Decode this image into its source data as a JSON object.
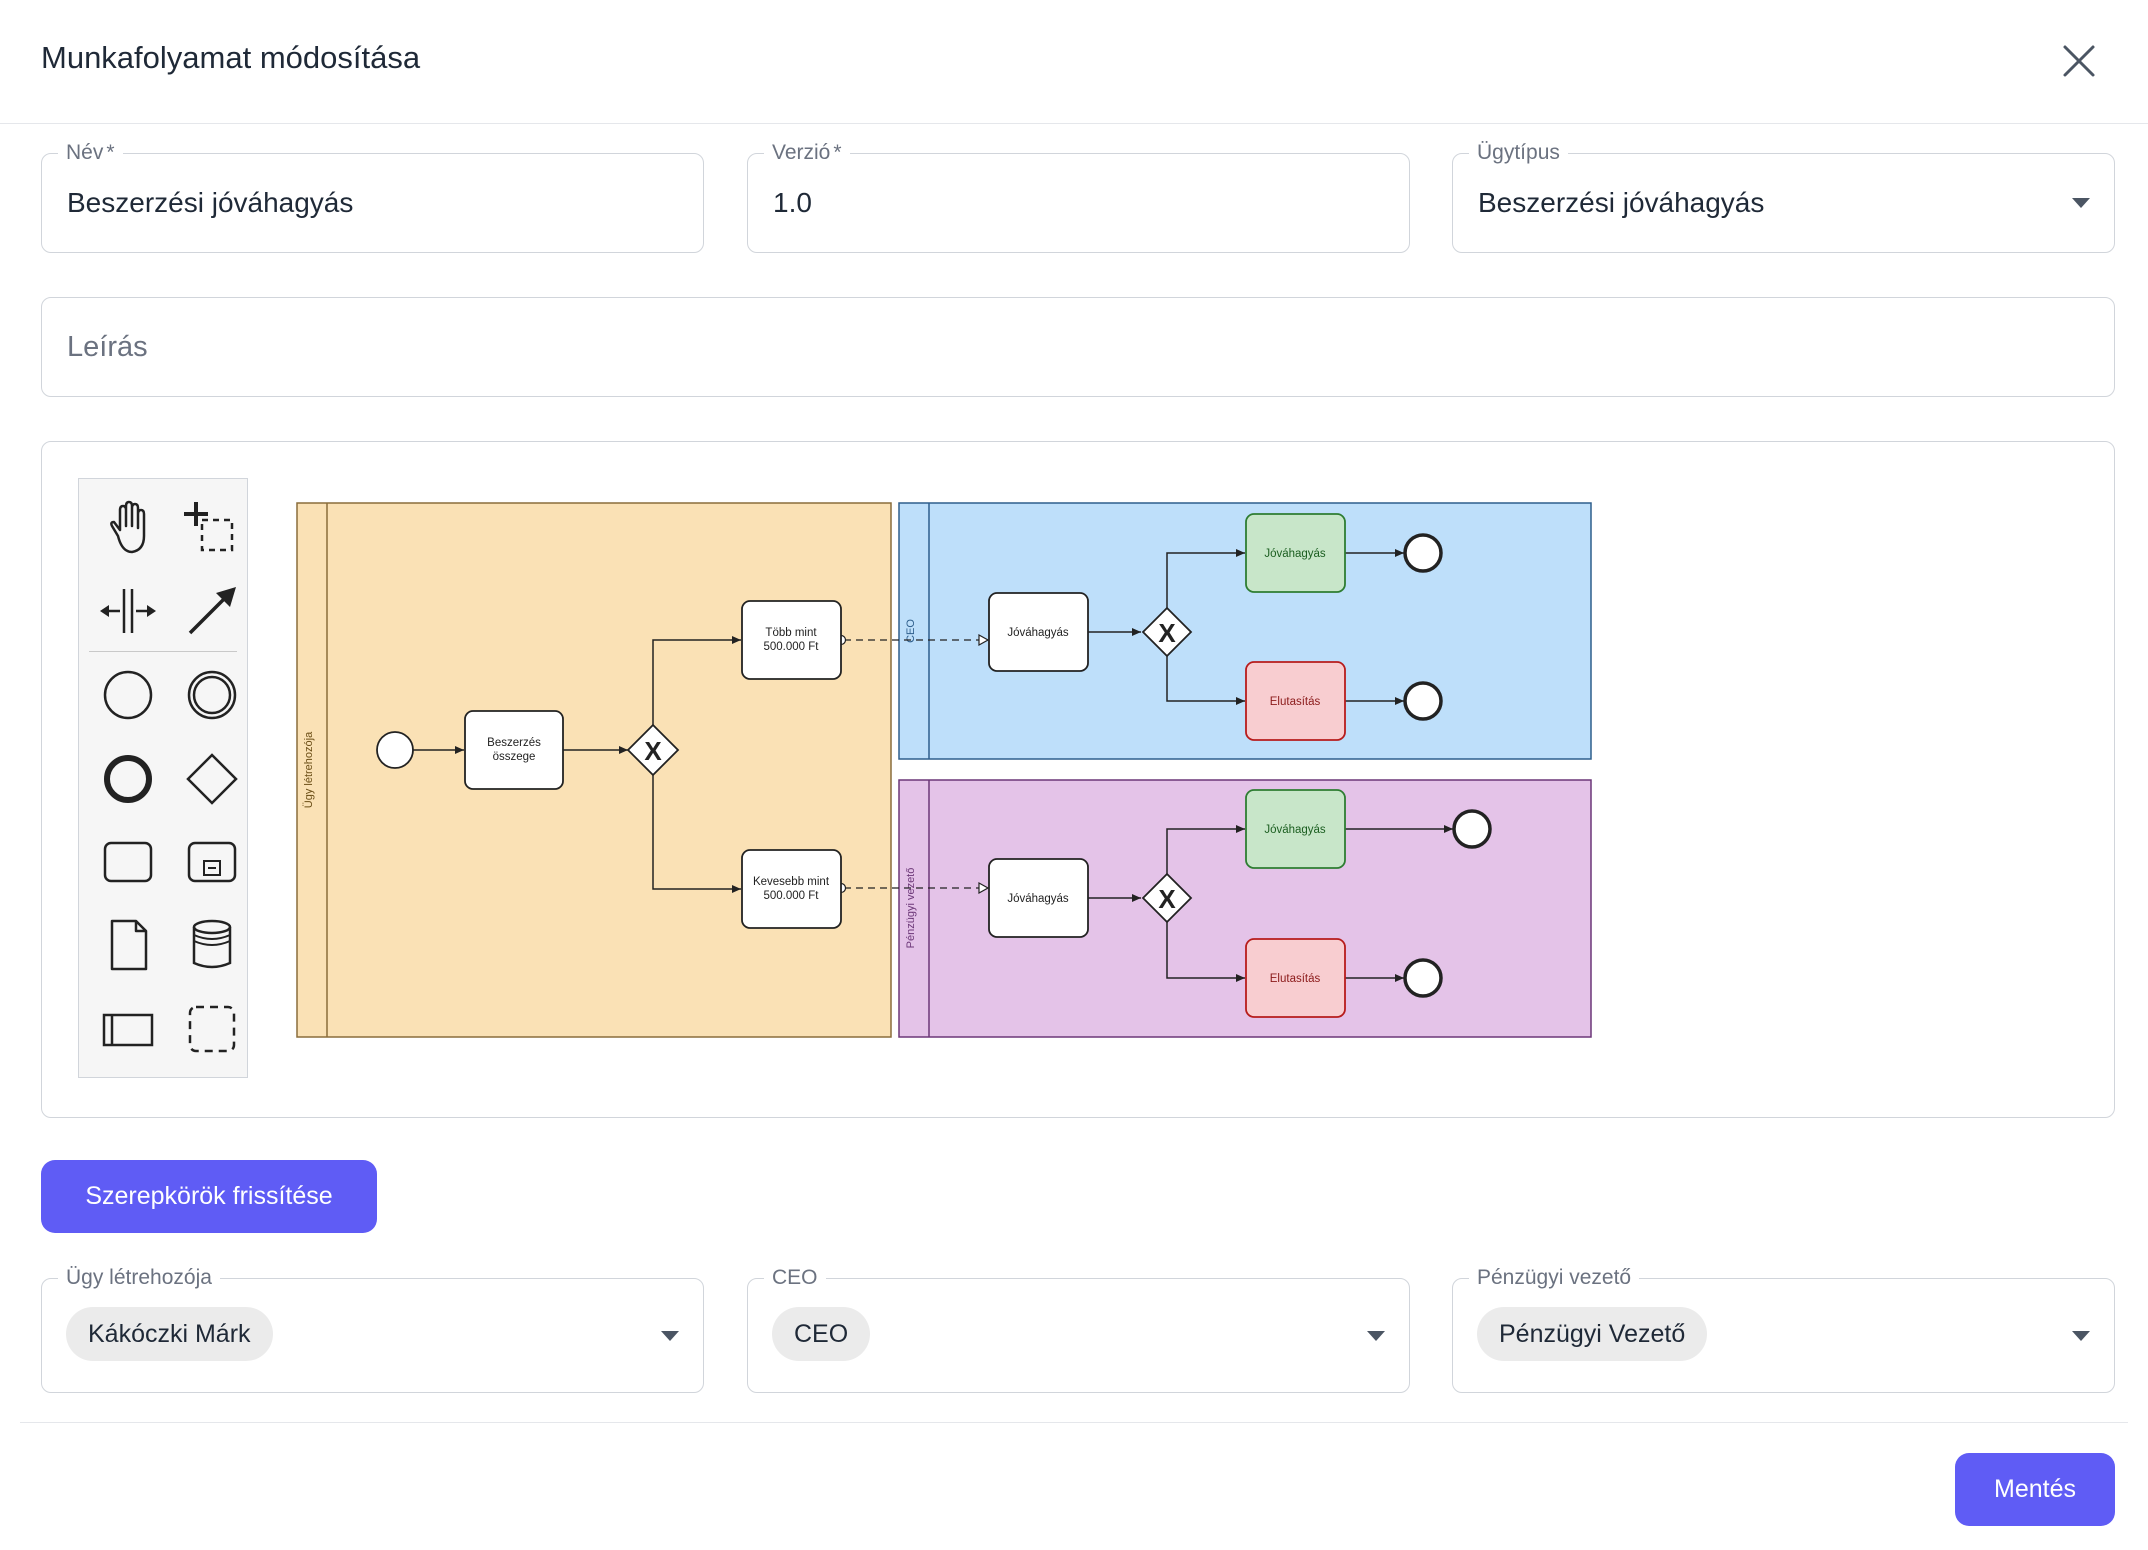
{
  "dialog": {
    "title": "Munkafolyamat módosítása"
  },
  "form": {
    "name": {
      "label": "Név",
      "required_mark": "*",
      "value": "Beszerzési jóváhagyás"
    },
    "version": {
      "label": "Verzió",
      "required_mark": "*",
      "value": "1.0"
    },
    "case_type": {
      "label": "Ügytípus",
      "value": "Beszerzési jóváhagyás"
    },
    "description": {
      "placeholder": "Leírás"
    }
  },
  "palette": {
    "tools": [
      "hand-tool-icon",
      "lasso-tool-icon",
      "space-tool-icon",
      "connect-tool-icon",
      "start-event-icon",
      "intermediate-event-icon",
      "end-event-icon",
      "gateway-icon",
      "task-icon",
      "subprocess-icon",
      "data-object-icon",
      "data-store-icon",
      "pool-icon",
      "group-icon"
    ]
  },
  "diagram": {
    "lanes": {
      "creator": "Ügy létrehozója",
      "ceo": "CEO",
      "finance": "Pénzügyi vezető"
    },
    "tasks": {
      "amount": [
        "Beszerzés",
        "összege"
      ],
      "more": [
        "Több mint",
        "500.000 Ft"
      ],
      "less": [
        "Kevesebb mint",
        "500.000 Ft"
      ],
      "ceo_approval": "Jóváhagyás",
      "ceo_approved": "Jóváhagyás",
      "ceo_rejected": "Elutasítás",
      "fin_approval": "Jóváhagyás",
      "fin_approved": "Jóváhagyás",
      "fin_rejected": "Elutasítás"
    },
    "gateway_symbol": "X"
  },
  "actions": {
    "refresh_roles": "Szerepkörök frissítése",
    "save": "Mentés"
  },
  "roles": {
    "creator": {
      "label": "Ügy létrehozója",
      "value": "Kákóczki Márk"
    },
    "ceo": {
      "label": "CEO",
      "value": "CEO"
    },
    "finance": {
      "label": "Pénzügyi vezető",
      "value": "Pénzügyi Vezető"
    }
  },
  "colors": {
    "primary": "#5f5cf5",
    "lane_creator": "#fae1b5",
    "lane_ceo": "#bedffa",
    "lane_finance": "#e4c3e8",
    "approved": "#c8e6c9",
    "rejected": "#f8cdd0"
  }
}
